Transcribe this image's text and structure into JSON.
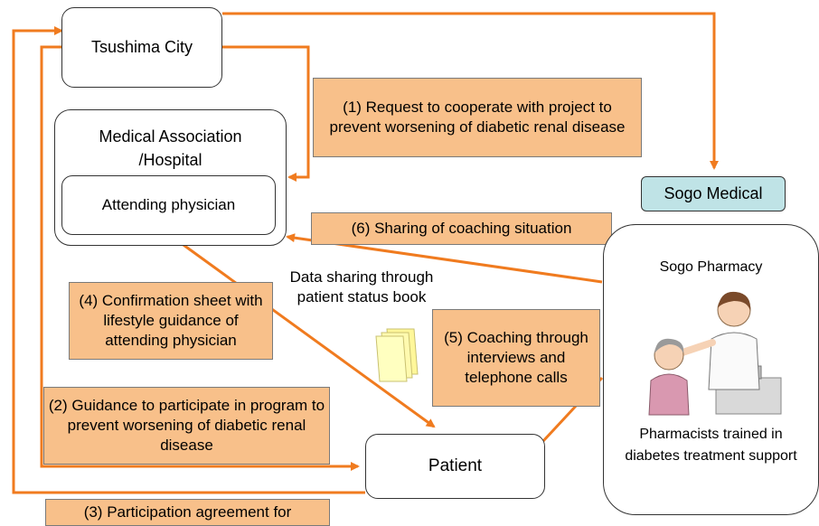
{
  "nodes": {
    "tsushima_city": "Tsushima City",
    "medical_association": "Medical Association\n/Hospital",
    "attending_physician": "Attending physician",
    "sogo_medical": "Sogo Medical",
    "sogo_pharmacy": "Sogo Pharmacy",
    "pharmacists": "Pharmacists trained in diabetes treatment support",
    "patient": "Patient"
  },
  "notes": {
    "n1": "(1) Request to cooperate with project to prevent worsening of diabetic renal disease",
    "n2": "(2) Guidance to participate in program to prevent worsening of diabetic renal disease",
    "n3": "(3) Participation agreement for",
    "n4": "(4) Confirmation sheet with lifestyle guidance of attending physician",
    "n5": "(5) Coaching through interviews and telephone calls",
    "n6": "(6) Sharing of coaching situation"
  },
  "labels": {
    "data_sharing": "Data sharing through patient status book"
  },
  "colors": {
    "arrow": "#f07b1f",
    "note_fill": "#f8c08a",
    "sogo_medical_fill": "#bfe3e6"
  },
  "icons": {
    "documents": "document-stack-icon",
    "pharmacist": "pharmacist-illustration"
  }
}
